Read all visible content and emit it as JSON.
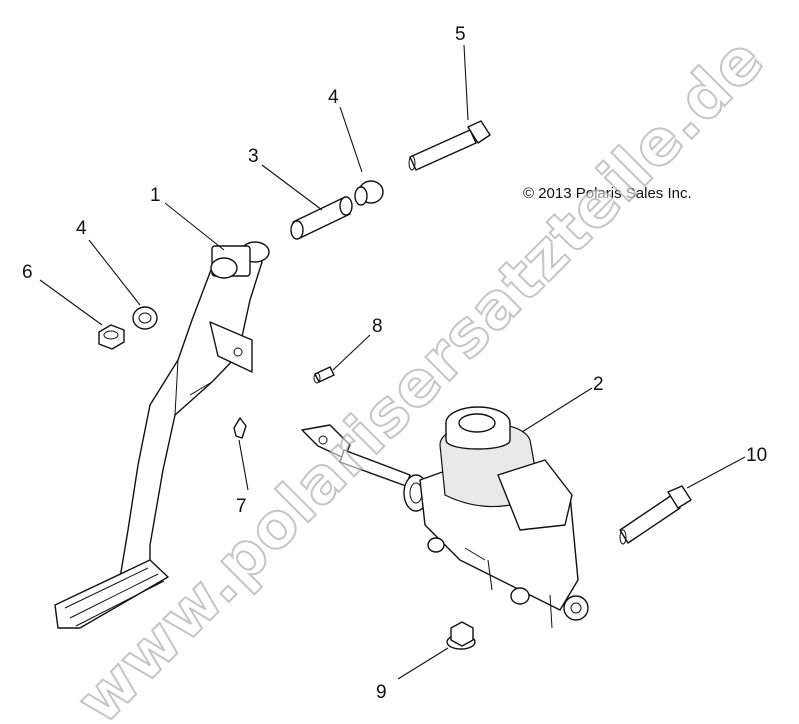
{
  "diagram": {
    "copyright": "© 2013 Polaris Sales Inc.",
    "watermark": "www.polarisersatzteile.de",
    "callouts": {
      "c1": "1",
      "c2": "2",
      "c3": "3",
      "c4a": "4",
      "c4b": "4",
      "c5": "5",
      "c6": "6",
      "c7": "7",
      "c8": "8",
      "c9": "9",
      "c10": "10"
    }
  }
}
